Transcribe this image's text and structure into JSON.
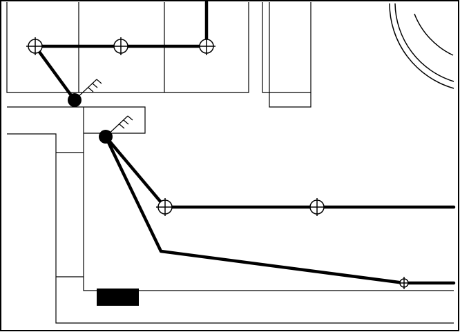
{
  "diagram": {
    "colors": {
      "line": "#000000",
      "background": "#ffffff",
      "fixture_fill": "#000000"
    },
    "symbols": [
      "outlet-circle-cross",
      "junction-dot",
      "homerun-arrow",
      "door-swing-arc",
      "panel-block"
    ],
    "labels": []
  }
}
